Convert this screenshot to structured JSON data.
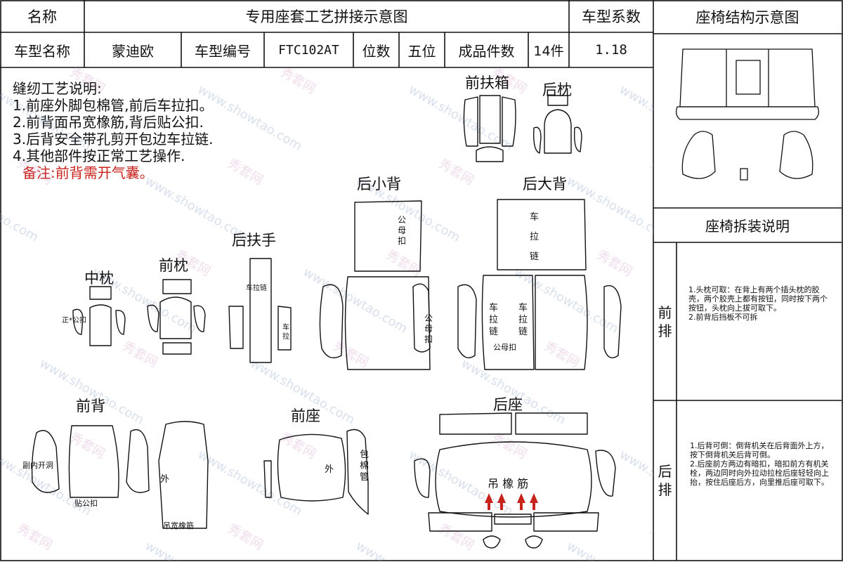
{
  "header": {
    "name_label": "名称",
    "title": "专用座套工艺拼接示意图",
    "coef_label": "车型系数",
    "struct_label": "座椅结构示意图",
    "model_name_label": "车型名称",
    "model_name": "蒙迪欧",
    "model_code_label": "车型编号",
    "model_code": "FTC102AT",
    "seats_label": "位数",
    "seats": "五位",
    "pieces_label": "成品件数",
    "pieces": "14件",
    "coef": "1.18"
  },
  "instructions": {
    "title": "缝纫工艺说明:",
    "items": [
      "1.前座外脚包棉管,前后车拉扣。",
      "2.前背面吊宽橡筋,背后贴公扣.",
      "3.后背安全带孔剪开包边车拉链.",
      "4.其他部件按正常工艺操作."
    ],
    "remark": "备注:前背需开气囊。"
  },
  "parts": {
    "armrest_box": "前扶箱",
    "rear_headrest": "后枕",
    "rear_small_back": "后小背",
    "rear_large_back": "后大背",
    "rear_armrest": "后扶手",
    "middle_headrest": "中枕",
    "front_headrest": "前枕",
    "front_back": "前背",
    "front_seat": "前座",
    "rear_seat": "后座"
  },
  "annotations": {
    "snap_male_female": "公母扣",
    "zipper": "车拉链",
    "zipper_short": "车拉",
    "snap_male_female_small": "公母扣",
    "positive_snap": "正*公扣",
    "airbag_hole": "副内开洞",
    "stick_male_snap": "贴公扣",
    "hang_rubber": "吊宽橡筋",
    "outer": "外",
    "wrap_cotton": "包棉管",
    "rubber_bands": "吊 橡 筋",
    "zip_top": "车拉链",
    "zip_small": "车拉"
  },
  "disassembly": {
    "title": "座椅拆装说明",
    "front_row_label": "前排",
    "front_row_text": "1.头枕可取：在背上有两个插头枕的胶壳，两个胶壳上都有按钮，同时按下两个按钮，头枕向上拔可取下。\n2.前背后挡板不可拆",
    "rear_row_label": "后排",
    "rear_row_text": "1.后背可倒：倒背机关在后背面外上方，按下倒背机关后背可倒。\n2.后座前方两边有暗扣，暗扣前方有机关栓，两边同时向外拉动拉栓后座轻轻向上抬，按住后座后方，向里推后座可取下。"
  },
  "watermark": "秀套网 www.showtao.com",
  "colors": {
    "ink": "#111111",
    "accent": "#c8231d"
  }
}
